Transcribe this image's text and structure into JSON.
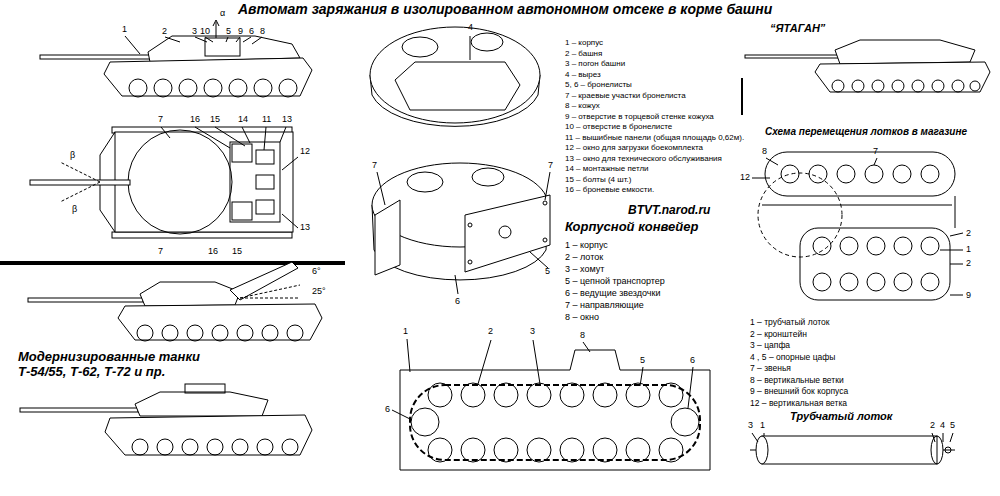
{
  "diagram": {
    "title": "Автомат заряжания в изолированном автономном отсеке в корме башни",
    "labels": [
      "“ЯТАГАН”",
      "1 – корпус",
      "2 – башня",
      "3 – погон башни",
      "4 – вырез",
      "5, 6 – бронелисты",
      "7 – краевые участки бронелиста",
      "8 – кожух",
      "9 – отверстие в торцевой стенке кожуха",
      "10 – отверстие в бронелисте",
      "11 – вышибные панели (общая площадь 0,62м).",
      "12 – окно для загрузки боекомплекта",
      "13 – окно для технического обслуживания",
      "14 – монтажные петли",
      "15 – болты (4 шт.)",
      "16 – броневые емкости.",
      "BTVT.narod.ru",
      "Корпусной конвейер",
      "1 – корпус",
      "2 – лоток",
      "3 – хомут",
      "5 – цепной транспортер",
      "6 – ведущие звездочки",
      "7 – направляющие",
      "8 – окно",
      "Схема перемещения лотков в магазине",
      "1 – трубчатый лоток",
      "2 – кронштейн",
      "3 – цапфа",
      "4 , 5 – опорные цафы",
      "7 – звенья",
      "8 – вертикальные ветки",
      "9 – внешний бок корпуса",
      "12 – вертикальная ветка",
      "Трубчатый лоток",
      "Модернизированные танки Т-54/55, Т-62, Т-72 и пр.",
      "1",
      "2",
      "3",
      "10",
      "α",
      "5",
      "9",
      "6",
      "8",
      "7",
      "16",
      "15",
      "14",
      "11",
      "13",
      "12",
      "β",
      "β",
      "7",
      "13",
      "16",
      "15",
      "6°",
      "25°",
      "4",
      "7",
      "7",
      "5",
      "6",
      "1",
      "2",
      "3",
      "8",
      "5",
      "6",
      "6",
      "8",
      "7",
      "12",
      "2",
      "1",
      "2",
      "9",
      "3",
      "1",
      "2",
      "4",
      "5"
    ]
  }
}
